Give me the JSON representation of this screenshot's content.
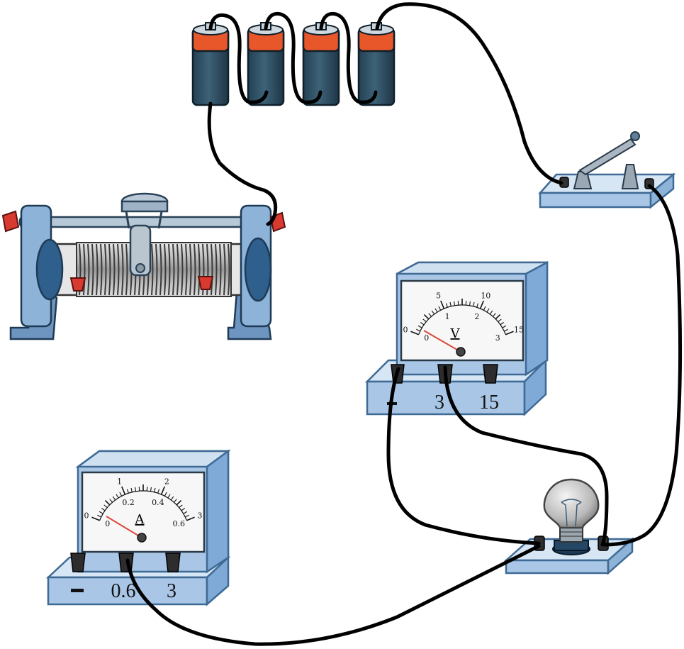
{
  "voltmeter": {
    "symbol": "V",
    "terminals": [
      "3",
      "15"
    ],
    "scale_outer": [
      "0",
      "5",
      "10",
      "15"
    ],
    "scale_inner": [
      "0",
      "1",
      "2",
      "3"
    ]
  },
  "ammeter": {
    "symbol": "A",
    "terminals": [
      "0.6",
      "3"
    ],
    "scale_outer": [
      "0",
      "1",
      "2",
      "3"
    ],
    "scale_inner": [
      "0",
      "0.2",
      "0.4",
      "0.6"
    ]
  },
  "colors": {
    "battery_body": "#2f4f63",
    "battery_cap": "#e8572a",
    "meter_case": "#a9c6e6",
    "meter_edge": "#5d87b5",
    "device_blue": "#7fa9d6",
    "wire": "#000000",
    "needle": "#d94a3a"
  }
}
